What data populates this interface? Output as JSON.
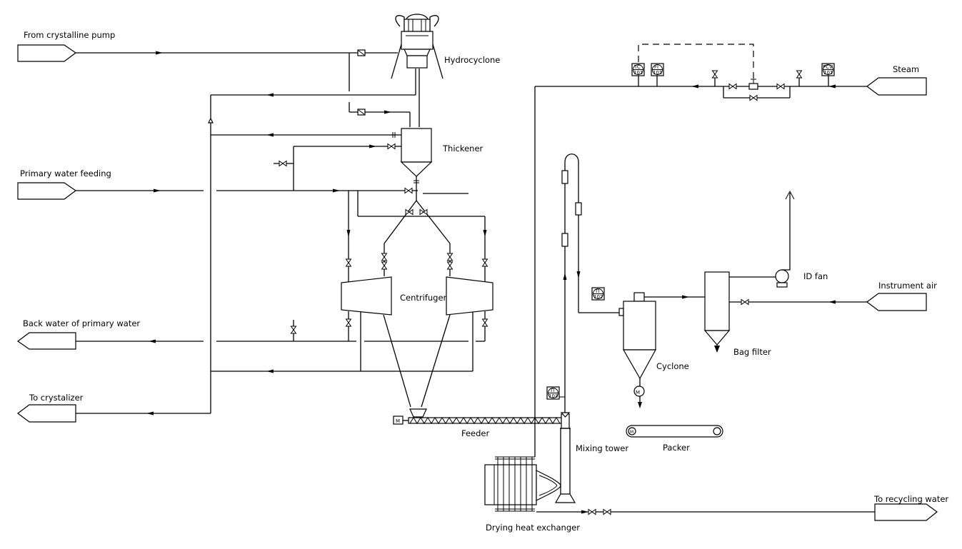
{
  "streams": {
    "from_crystalline_pump": "From crystalline pump",
    "primary_water_feeding": "Primary water feeding",
    "back_water": "Back water of primary water",
    "to_crystalizer": "To crystalizer",
    "steam": "Steam",
    "instrument_air": "Instrument air",
    "to_recycling_water": "To recycling water"
  },
  "equipment": {
    "hydrocyclone": "Hydrocyclone",
    "thickener": "Thickener",
    "centrifuger": "Centrifuger",
    "feeder": "Feeder",
    "mixing_tower": "Mixing tower",
    "drying_heat_exchanger": "Drying heat exchanger",
    "cyclone": "Cyclone",
    "bag_filter": "Bag filter",
    "id_fan": "ID fan",
    "packer": "Packer"
  },
  "motor_symbol": "M",
  "instruments": {
    "steam_temp": {
      "tag1": "TC",
      "tag2": "101"
    },
    "steam_flow": {
      "tag1": "FI",
      "tag2": "101"
    },
    "steam_press": {
      "tag1": "PCV",
      "tag2": "101"
    },
    "cyclone_temp": {
      "tag1": "TI",
      "tag2": "102"
    },
    "tower_temp": {
      "tag1": "TI",
      "tag2": "103"
    }
  }
}
